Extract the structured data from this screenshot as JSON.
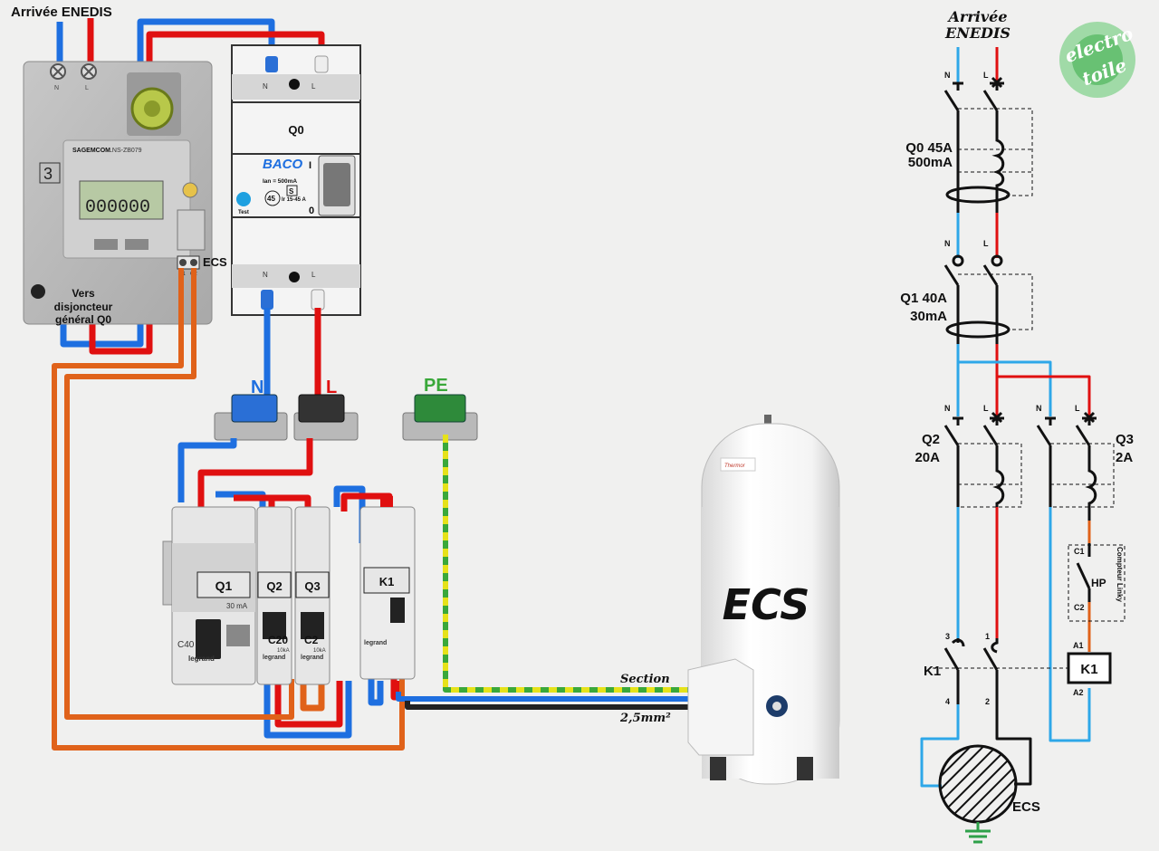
{
  "wiring": {
    "title": "Arrivée ENEDIS",
    "meter": {
      "brand": "SAGEMCOM",
      "model": "LNS-ZB079",
      "class_label": "3",
      "display": "000000",
      "terminal_n": "N",
      "terminal_l": "L",
      "ecs_contacts": [
        "C1",
        "C2"
      ],
      "ecs_label": "ECS",
      "note_lines": [
        "Vers",
        "disjoncteur",
        "général Q0"
      ]
    },
    "main_breaker": {
      "label": "Q0",
      "brand": "BACO",
      "on_mark": "I",
      "off_mark": "0",
      "rating": "Ian = 500mA",
      "range": "Ir 15-45 A",
      "setting": "45",
      "s_mark": "S",
      "test_label": "Test",
      "terminal_n": "N",
      "terminal_l": "L"
    },
    "bus": {
      "n": "N",
      "l": "L",
      "pe": "PE"
    },
    "modules": {
      "q1": {
        "label": "Q1",
        "sensitivity": "30 mA",
        "rating": "C40",
        "brand": "legrand"
      },
      "q2": {
        "label": "Q2",
        "rating": "C20",
        "breaking": "10kA",
        "brand": "legrand"
      },
      "q3": {
        "label": "Q3",
        "rating": "C2",
        "breaking": "10kA",
        "brand": "legrand"
      },
      "k1": {
        "label": "K1",
        "brand": "legrand"
      }
    },
    "heater": {
      "label": "ECS",
      "brand": "Thermor"
    },
    "cable": {
      "line1": "Section",
      "line2": "2,5mm²"
    }
  },
  "schematic": {
    "title_lines": [
      "Arrivée",
      "ENEDIS"
    ],
    "logo_lines": [
      "electro",
      "toile"
    ],
    "q0": {
      "line1": "Q0 45A",
      "line2": "500mA"
    },
    "q1": {
      "line1": "Q1 40A",
      "line2": "30mA"
    },
    "q2": {
      "line1": "Q2",
      "line2": "20A"
    },
    "q3": {
      "line1": "Q3",
      "line2": "2A"
    },
    "n": "N",
    "l": "L",
    "contacts": {
      "c1": "C1",
      "c2": "C2",
      "hp": "HP",
      "meter": "Compteur Linky"
    },
    "coil": {
      "label": "K1",
      "a1": "A1",
      "a2": "A2"
    },
    "contactor": {
      "label": "K1",
      "t1": "1",
      "t2": "2",
      "t3": "3",
      "t4": "4"
    },
    "load": "ECS"
  },
  "colors": {
    "neutral": "#1e6fe0",
    "phase": "#e01010",
    "control": "#e0621a",
    "earth_green": "#3aa83a",
    "earth_yellow": "#e6e21a",
    "schematic_neutral": "#2ea7e8"
  }
}
